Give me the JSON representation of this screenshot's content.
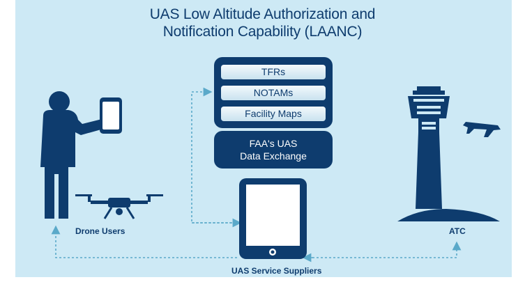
{
  "title_line1": "UAS Low Altitude Authorization and",
  "title_line2": "Notification Capability (LAANC)",
  "data_sources": [
    "TFRs",
    "NOTAMs",
    "Facility Maps"
  ],
  "exchange_line1": "FAA's UAS",
  "exchange_line2": "Data Exchange",
  "label_drone_users": "Drone Users",
  "label_service_suppliers": "UAS Service Suppliers",
  "label_atc": "ATC",
  "colors": {
    "navy": "#0e3c6e",
    "background": "#cde9f5",
    "arrow": "#5aa9c9"
  }
}
